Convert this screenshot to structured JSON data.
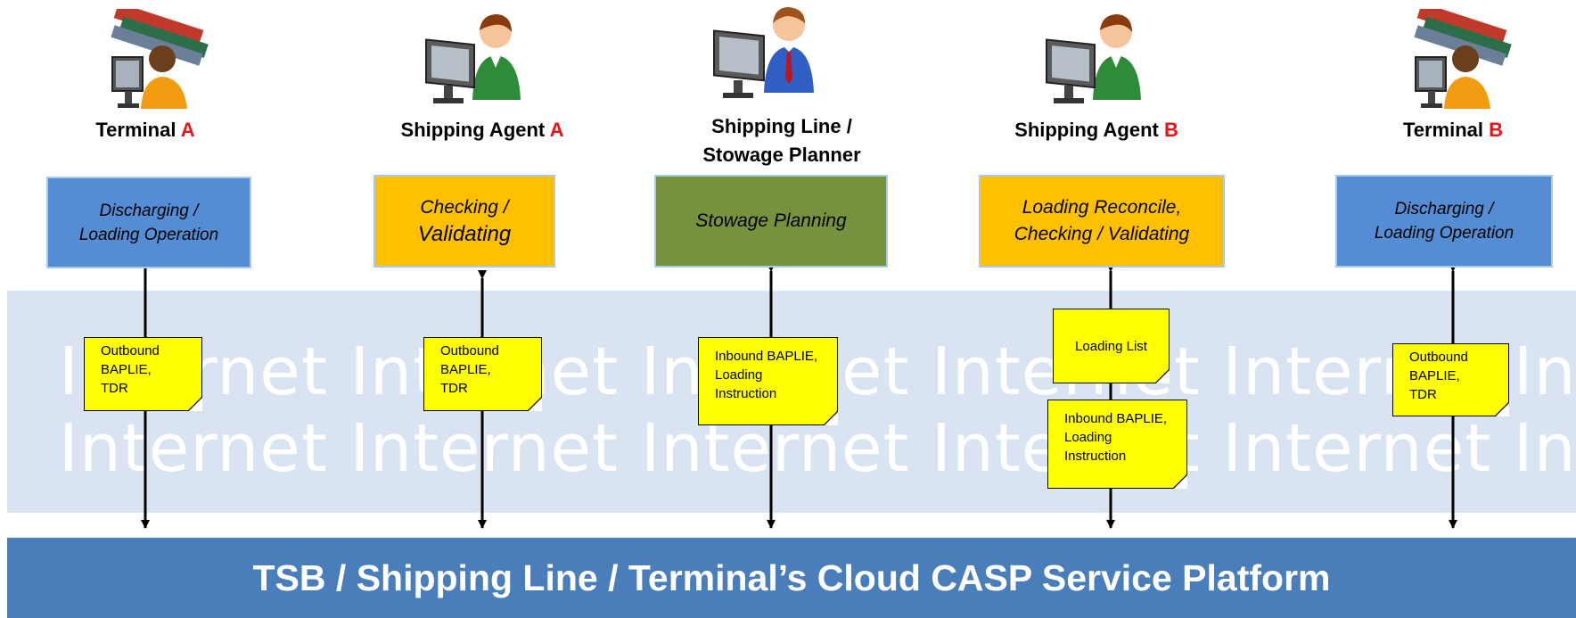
{
  "actors": [
    {
      "name": "Terminal ",
      "suffix": "A",
      "role": "Discharging / Loading Operation",
      "icon": "terminal-operator-icon"
    },
    {
      "name": "Shipping Agent ",
      "suffix": "A",
      "role_line1": "Checking /",
      "role_line2": "Validating",
      "icon": "agent-computer-icon"
    },
    {
      "name_line1": "Shipping Line /",
      "name_line2": "Stowage Planner",
      "role": "Stowage Planning",
      "icon": "planner-computer-icon"
    },
    {
      "name": "Shipping Agent ",
      "suffix": "B",
      "role_line1": "Loading Reconcile,",
      "role_line2": "Checking / Validating",
      "icon": "agent-computer-icon"
    },
    {
      "name": "Terminal ",
      "suffix": "B",
      "role": "Discharging / Loading Operation",
      "icon": "terminal-operator-icon"
    }
  ],
  "notes": {
    "n1": [
      "Outbound",
      "BAPLIE,",
      "TDR"
    ],
    "n2": [
      "Outbound",
      "BAPLIE,",
      "TDR"
    ],
    "n3": [
      "Inbound BAPLIE,",
      "Loading",
      "Instruction"
    ],
    "n4a": "Loading List",
    "n4b": [
      "Inbound BAPLIE,",
      "Loading",
      "Instruction"
    ],
    "n5": [
      "Outbound",
      "BAPLIE,",
      "TDR"
    ]
  },
  "watermark": {
    "line1": "Internet Internet Internet Internet Internet Internet",
    "line2": "Internet Internet Internet Internet Internet Internet"
  },
  "platform": "TSB / Shipping Line / Terminal’s Cloud CASP Service Platform",
  "colors": {
    "accent": "#e8141b",
    "blue_box": "#548dd4",
    "orange_box": "#ffc000",
    "green_box": "#76923c",
    "note": "#ffff00",
    "band": "#dae3f1",
    "platform": "#4a7ebb"
  }
}
